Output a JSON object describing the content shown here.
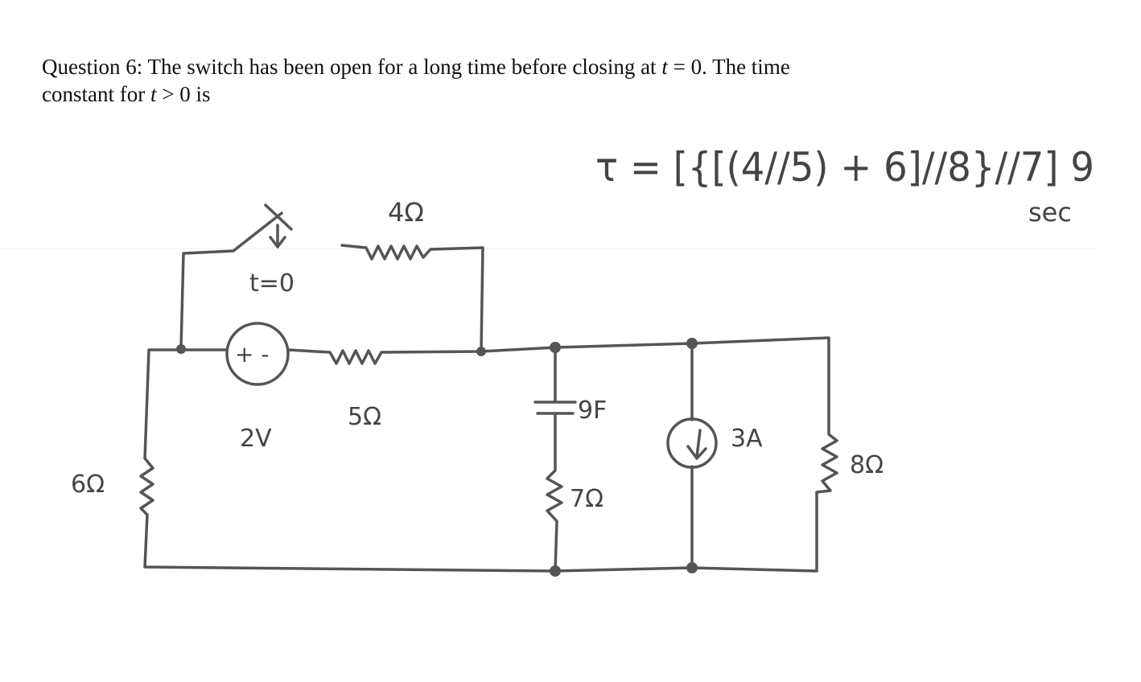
{
  "question": {
    "label": "Question 6:",
    "line1_a": "The switch has been open for a long time before closing at ",
    "t_var": "t",
    "line1_b": " = 0.  The time",
    "line2_a": "constant for ",
    "line2_b": " > 0 is"
  },
  "answer": {
    "formula": "τ = [{[(4//5) + 6]//8}//7] 9",
    "units": "sec"
  },
  "circuit": {
    "switch_label": "t=0",
    "r_top": "4Ω",
    "r_series": "5Ω",
    "source_polarity": "+ -",
    "source_value": "2V",
    "r_left": "6Ω",
    "capacitor": "9F",
    "r_cap": "7Ω",
    "current_source": "3A",
    "r_right": "8Ω"
  }
}
